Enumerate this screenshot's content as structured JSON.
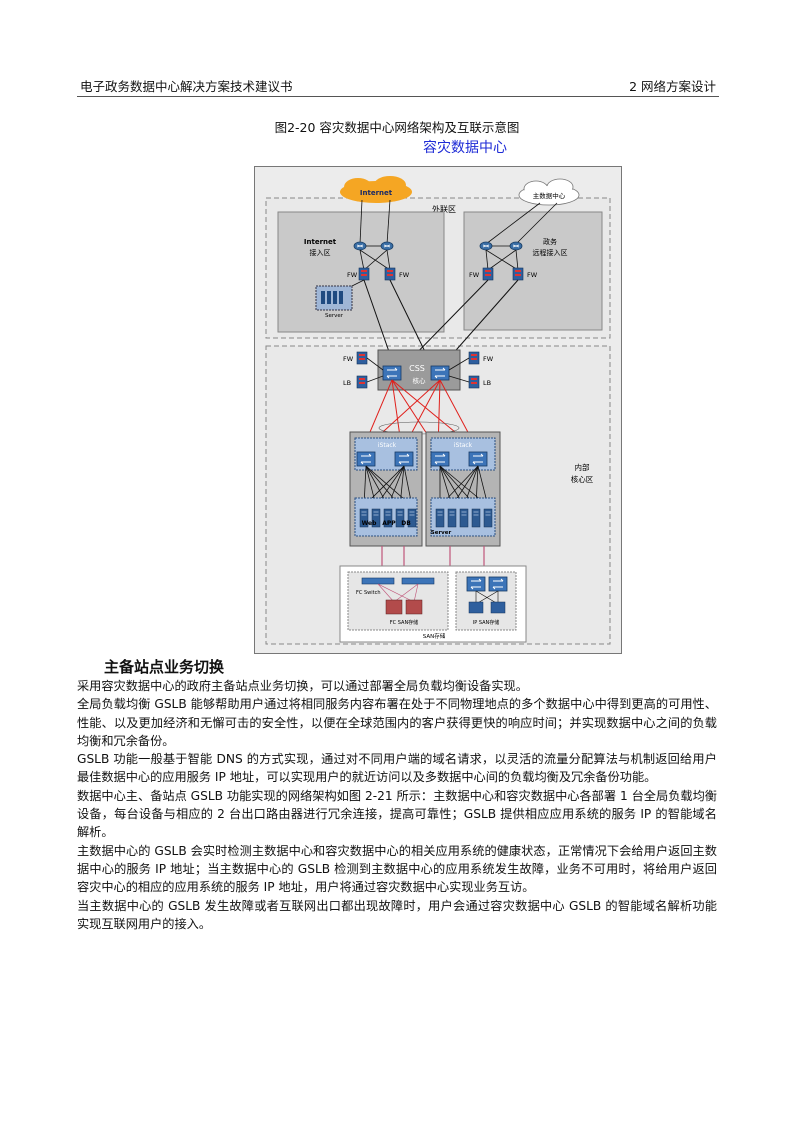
{
  "header": {
    "left": "电子政务数据中心解决方案技术建议书",
    "right": "2  网络方案设计"
  },
  "figure": {
    "caption": "图2-20 容灾数据中心网络架构及互联示意图",
    "title": "容灾数据中心",
    "labels": {
      "internet_cloud": "Internet",
      "main_dc_cloud": "主数据中心",
      "outer_zone": "外联区",
      "internet_access": "Internet",
      "internet_access_sub": "接入区",
      "gov_access": "政务",
      "gov_access_sub": "远程接入区",
      "fw_a": "FW",
      "fw_b": "FW",
      "fw_c": "FW",
      "fw_d": "FW",
      "fw_e": "FW",
      "fw_f": "FW",
      "lb_left": "LB",
      "lb_right": "LB",
      "server_small": "Server",
      "css": "CSS",
      "core": "核心",
      "istack_left": "iStack",
      "istack_right": "iStack",
      "web": "Web",
      "app": "APP",
      "db": "DB",
      "server_right": "Server",
      "inner_core": "内部",
      "inner_core_sub": "核心区",
      "fc_switch": "FC Switch",
      "fc_san": "FC SAN存储",
      "ip_san": "IP SAN存储",
      "san_storage": "SAN存储"
    }
  },
  "section": {
    "title": "主备站点业务切换"
  },
  "paragraphs": [
    "采用容灾数据中心的政府主备站点业务切换，可以通过部署全局负载均衡设备实现。",
    "全局负载均衡 GSLB 能够帮助用户通过将相同服务内容布署在处于不同物理地点的多个数据中心中得到更高的可用性、性能、以及更加经济和无懈可击的安全性，以便在全球范围内的客户获得更快的响应时间；并实现数据中心之间的负载均衡和冗余备份。",
    "GSLB 功能一般基于智能 DNS 的方式实现，通过对不同用户端的域名请求，以灵活的流量分配算法与机制返回给用户最佳数据中心的应用服务 IP 地址，可以实现用户的就近访问以及多数据中心间的负载均衡及冗余备份功能。",
    "数据中心主、备站点 GSLB 功能实现的网络架构如图 2-21 所示：主数据中心和容灾数据中心各部署 1 台全局负载均衡设备，每台设备与相应的 2 台出口路由器进行冗余连接，提高可靠性；GSLB 提供相应应用系统的服务 IP 的智能域名解析。",
    "主数据中心的 GSLB 会实时检测主数据中心和容灾数据中心的相关应用系统的健康状态，正常情况下会给用户返回主数据中心的服务 IP 地址；当主数据中心的 GSLB 检测到主数据中心的应用系统发生故障，业务不可用时，将给用户返回容灾中心的相应的应用系统的服务 IP 地址，用户将通过容灾数据中心实现业务互访。",
    "当主数据中心的 GSLB 发生故障或者互联网出口都出现故障时，用户会通过容灾数据中心 GSLB 的智能域名解析功能实现互联网用户的接入。"
  ],
  "colors": {
    "caption_blue": "#1e2bd6",
    "internet_cloud": "#f5a623",
    "red_link": "#e0201c",
    "storage_link": "#c0557a"
  }
}
